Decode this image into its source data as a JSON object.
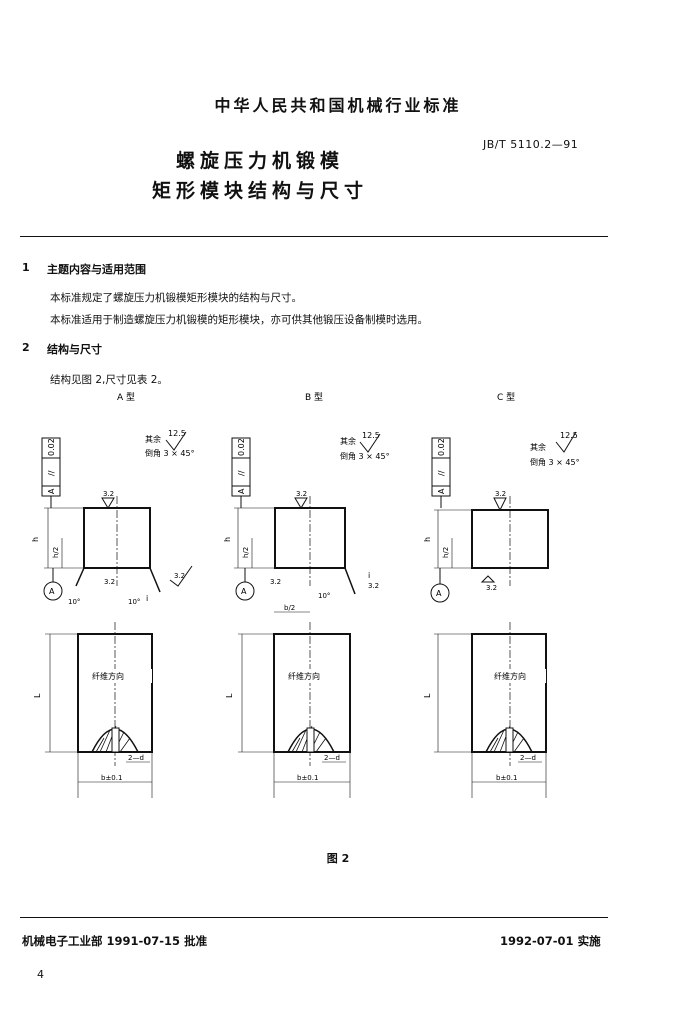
{
  "header": {
    "ministry": "中华人民共和国机械行业标准",
    "standard_no": "JB/T 5110.2—91",
    "title_line1": "螺旋压力机锻模",
    "title_line2": "矩形模块结构与尺寸"
  },
  "sections": [
    {
      "num": "1",
      "title": "主题内容与适用范围",
      "paragraphs": [
        "本标准规定了螺旋压力机锻模矩形模块的结构与尺寸。",
        "本标准适用于制造螺旋压力机锻模的矩形模块，亦可供其他锻压设备制模时选用。"
      ]
    },
    {
      "num": "2",
      "title": "结构与尺寸",
      "paragraphs": [
        "结构见图 2,尺寸见表 2。"
      ]
    }
  ],
  "figure": {
    "types": [
      "A 型",
      "B 型",
      "C 型"
    ],
    "remain_note": "其余",
    "roughness_remain": "12.5",
    "chamfer_note": "倒角 3 × 45°",
    "tolerance_value": "0.02",
    "tolerance_symbol": "//",
    "datum": "A",
    "roughness_face": "3.2",
    "dim_h": "h",
    "dim_h_half": "h/2",
    "dim_L": "L",
    "dim_b_half": "b/2",
    "angle": "10°",
    "angle_r": "10°",
    "dim_i": "i",
    "fiber_direction": "纤维方向",
    "hole_label": "2—d",
    "width_label": "b±0.1",
    "caption": "图 2"
  },
  "footer": {
    "approval": "机械电子工业部 1991-07-15 批准",
    "implement": "1992-07-01 实施",
    "page_number": "4"
  }
}
